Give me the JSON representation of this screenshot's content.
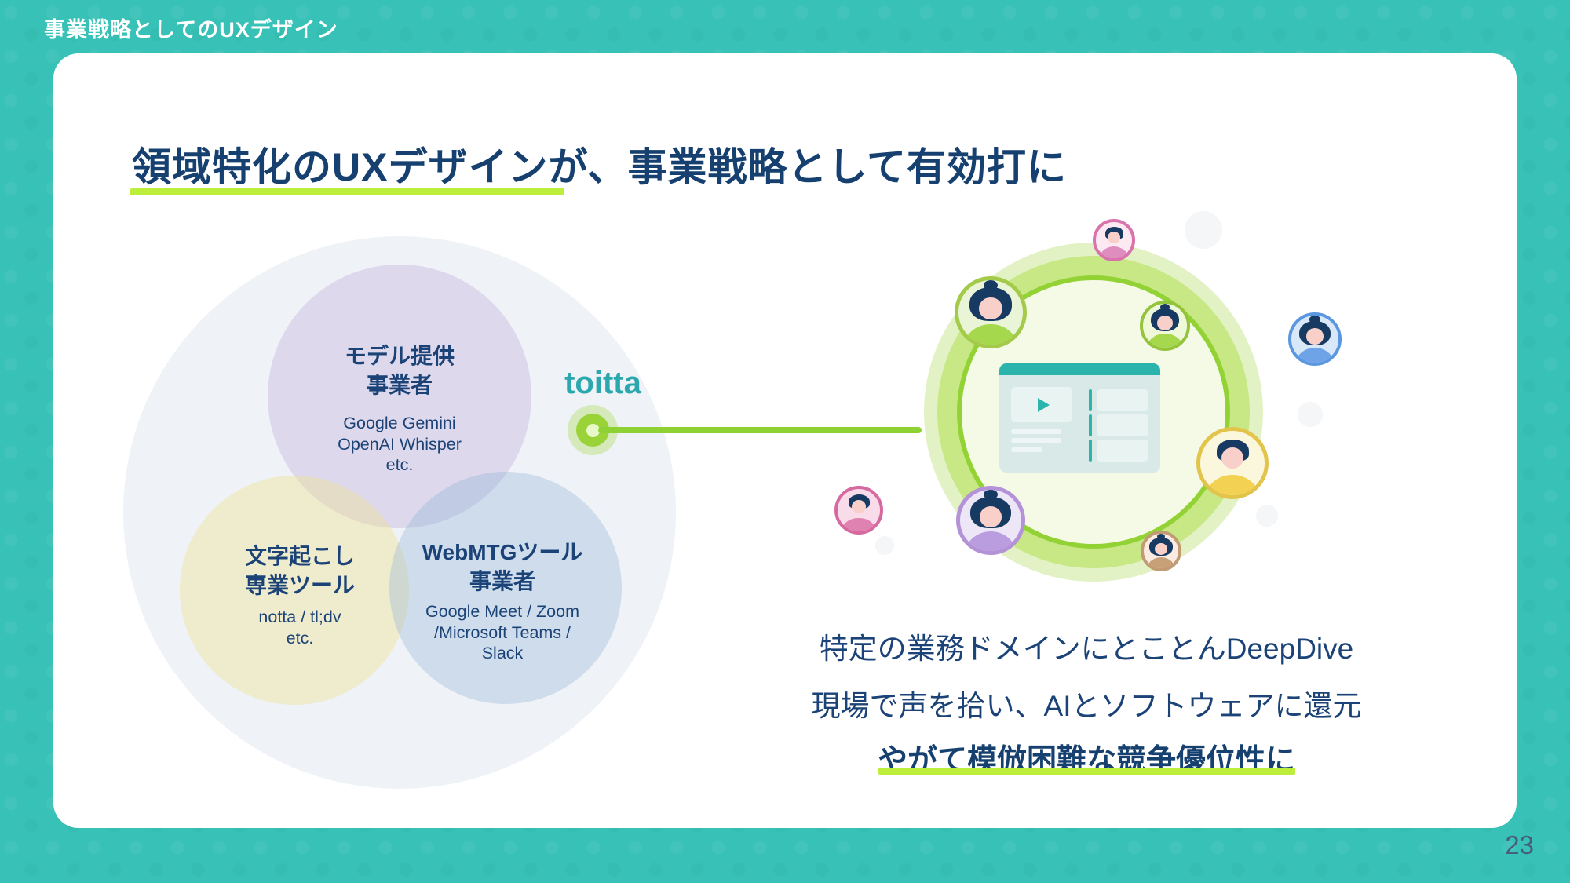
{
  "palette": {
    "background_teal": "#38c1b6",
    "navy_text": "#16406f",
    "accent_green": "#8ed133",
    "underline_green": "#bdee3c",
    "toitta_teal": "#2aa8ae"
  },
  "header": {
    "label": "事業戦略としてのUXデザイン"
  },
  "card": {
    "title": "領域特化のUXデザインが、事業戦略として有効打に",
    "venn": {
      "circles": [
        {
          "id": "model-providers",
          "title": "モデル提供\n事業者",
          "examples": "Google Gemini\nOpenAI Whisper\netc."
        },
        {
          "id": "transcription-tools",
          "title": "文字起こし\n専業ツール",
          "examples": "notta / tl;dv\netc."
        },
        {
          "id": "webmtg-providers",
          "title": "WebMTGツール\n事業者",
          "examples": "Google Meet / Zoom\n/Microsoft Teams /\nSlack"
        }
      ]
    },
    "toitta": {
      "logo": "toitta"
    },
    "illustration": {
      "app_mockup": "meeting-app-window",
      "avatars": [
        "user-avatar-pink",
        "user-avatar-green-large",
        "user-avatar-green-small",
        "user-avatar-blue",
        "user-avatar-yellow",
        "user-avatar-purple",
        "user-avatar-magenta",
        "user-avatar-brown"
      ]
    },
    "message": {
      "line1": "特定の業務ドメインにとことんDeepDive",
      "line2": "現場で声を拾い、AIとソフトウェアに還元",
      "line3": "やがて模倣困難な競争優位性に"
    }
  },
  "footer": {
    "page_number": "23"
  }
}
